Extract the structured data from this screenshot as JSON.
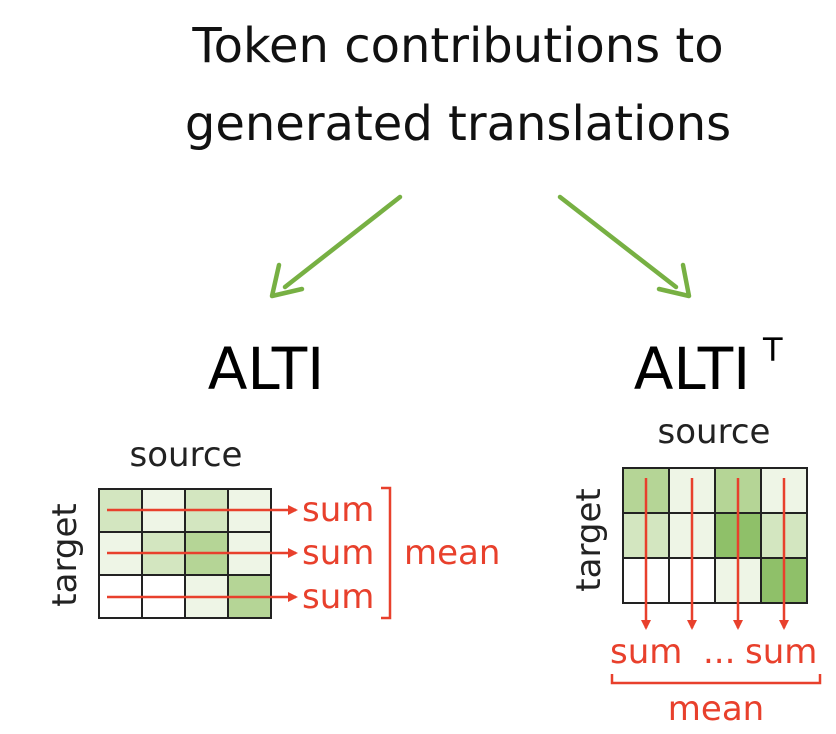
{
  "title_line1": "Token contributions to",
  "title_line2": "generated translations",
  "left": {
    "method": "ALTI",
    "source_label": "source",
    "target_label": "target",
    "grid": [
      [
        2,
        1,
        2,
        1
      ],
      [
        1,
        2,
        3,
        1
      ],
      [
        0,
        0,
        1,
        3
      ]
    ],
    "row_labels": [
      "sum",
      "sum",
      "sum"
    ],
    "mean_label": "mean"
  },
  "right": {
    "method": "ALTI",
    "superscript": "T",
    "source_label": "source",
    "target_label": "target",
    "grid": [
      [
        3,
        1,
        3,
        1
      ],
      [
        2,
        1,
        4,
        2
      ],
      [
        0,
        0,
        1,
        4
      ]
    ],
    "sum_left": "sum",
    "ellipsis": "...",
    "sum_right": "sum",
    "mean_label": "mean"
  },
  "colors": {
    "arrow_green": "#77b043",
    "red": "#e8402c",
    "shades": [
      "#ffffff",
      "#eef5e6",
      "#d3e6c0",
      "#b5d596",
      "#8fc069"
    ]
  }
}
